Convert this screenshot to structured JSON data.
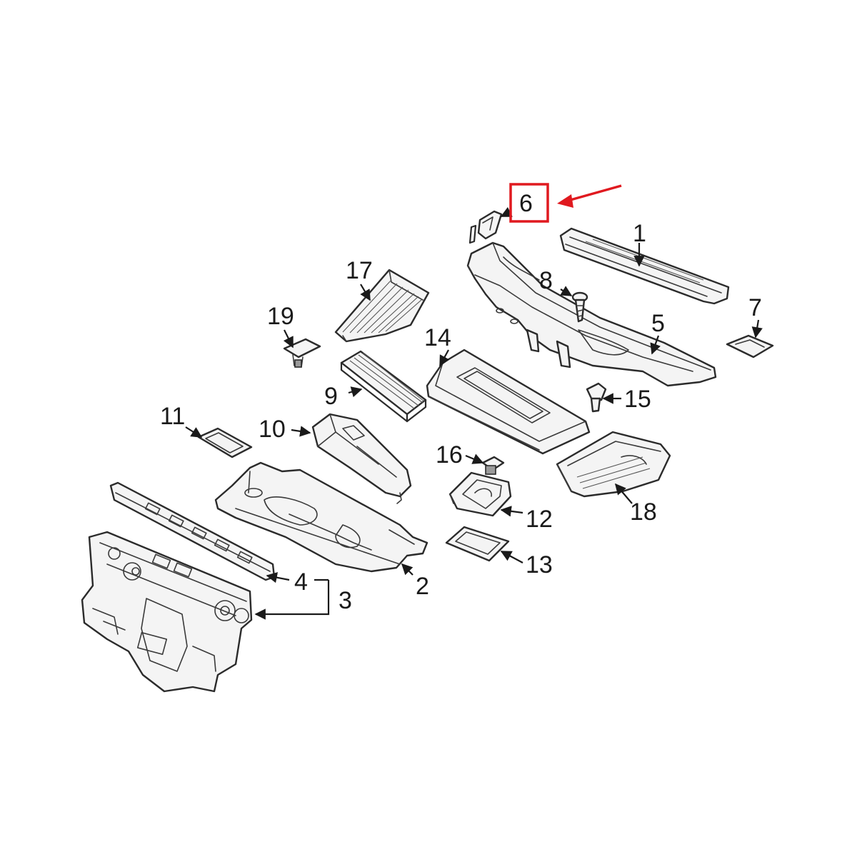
{
  "diagram": {
    "callouts": [
      {
        "id": "1",
        "text": "1"
      },
      {
        "id": "2",
        "text": "2"
      },
      {
        "id": "3",
        "text": "3"
      },
      {
        "id": "4",
        "text": "4"
      },
      {
        "id": "5",
        "text": "5"
      },
      {
        "id": "6",
        "text": "6"
      },
      {
        "id": "7",
        "text": "7"
      },
      {
        "id": "8",
        "text": "8"
      },
      {
        "id": "9",
        "text": "9"
      },
      {
        "id": "10",
        "text": "10"
      },
      {
        "id": "11",
        "text": "11"
      },
      {
        "id": "12",
        "text": "12"
      },
      {
        "id": "13",
        "text": "13"
      },
      {
        "id": "14",
        "text": "14"
      },
      {
        "id": "15",
        "text": "15"
      },
      {
        "id": "16",
        "text": "16"
      },
      {
        "id": "17",
        "text": "17"
      },
      {
        "id": "18",
        "text": "18"
      },
      {
        "id": "19",
        "text": "19"
      }
    ],
    "highlight": {
      "part": "6",
      "color": "#e0191f"
    },
    "colors": {
      "line": "#2b2b2b",
      "fill": "#f4f4f4",
      "accent": "#e0191f"
    }
  }
}
